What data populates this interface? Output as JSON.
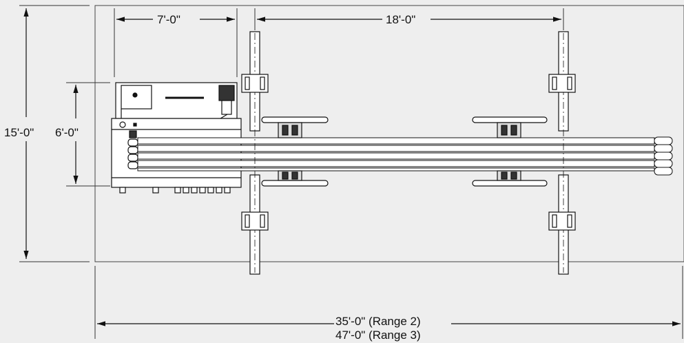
{
  "colors": {
    "background": "#eeeeee",
    "line": "#111111",
    "panel": "#ffffff"
  },
  "dimensions": {
    "overall_width_range2": "35'-0\" (Range 2)",
    "overall_width_range3": "47'-0\" (Range 3)",
    "overall_depth": "15'-0\"",
    "machine_depth": "6'-0\"",
    "machine_width": "7'-0\"",
    "rail_spacing": "18'-0\""
  }
}
